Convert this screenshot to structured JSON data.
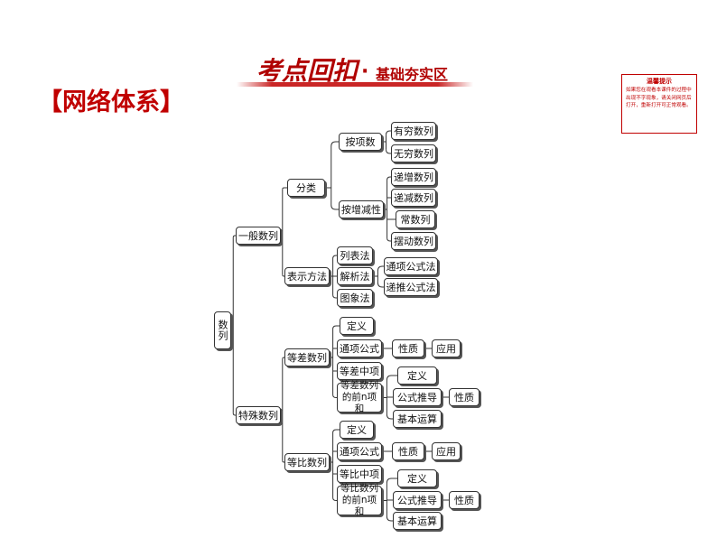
{
  "banner": {
    "main": "考点回扣",
    "dot": "·",
    "sub": "基础夯实区"
  },
  "section_title": "【网络体系】",
  "tip": {
    "title": "温馨提示",
    "body": "如果您在观看本课件的过程中出现不字现象，请关闭网页后打开，重新打开可正常观看。"
  },
  "tree": {
    "root": "数列",
    "general": {
      "label": "一般数列",
      "classification": {
        "label": "分类",
        "by_terms": {
          "label": "按项数",
          "items": [
            "有穷数列",
            "无穷数列"
          ]
        },
        "by_monotonicity": {
          "label": "按增减性",
          "items": [
            "递增数列",
            "递减数列",
            "常数列",
            "摆动数列"
          ]
        }
      },
      "representation": {
        "label": "表示方法",
        "list_method": "列表法",
        "analytic_method": "解析法",
        "graph_method": "图象法",
        "formulas": [
          "通项公式法",
          "递推公式法"
        ]
      }
    },
    "special": {
      "label": "特殊数列",
      "arithmetic": {
        "label": "等差数列",
        "definition": "定义",
        "general_term": "通项公式",
        "property": "性质",
        "application": "应用",
        "middle_term": "等差中项",
        "sum": "等差数列\n的前n项和",
        "sum_definition": "定义",
        "sum_derivation": "公式推导",
        "sum_property": "性质",
        "sum_operations": "基本运算"
      },
      "geometric": {
        "label": "等比数列",
        "definition": "定义",
        "general_term": "通项公式",
        "property": "性质",
        "application": "应用",
        "middle_term": "等比中项",
        "sum": "等比数列\n的前n项和",
        "sum_definition": "定义",
        "sum_derivation": "公式推导",
        "sum_property": "性质",
        "sum_operations": "基本运算"
      }
    }
  },
  "colors": {
    "accent": "#c00000",
    "line": "#333333",
    "banner_text": "#b00000"
  }
}
